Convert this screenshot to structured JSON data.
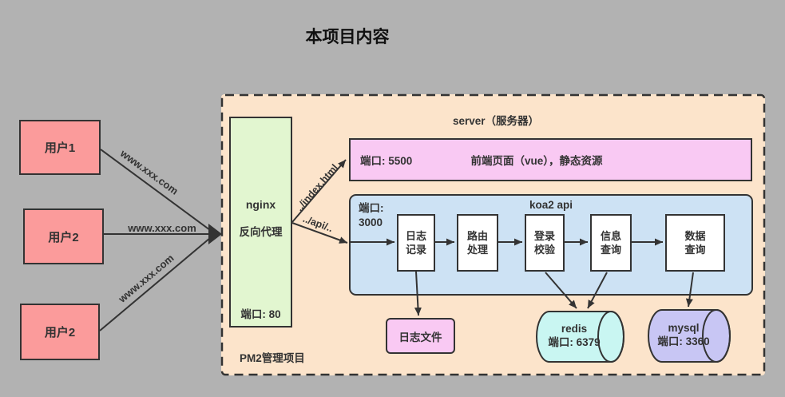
{
  "title": "本项目内容",
  "users": [
    {
      "label": "用户1"
    },
    {
      "label": "用户2"
    },
    {
      "label": "用户2"
    }
  ],
  "links": {
    "user1": "www.xxx.com",
    "user2": "www.xxx.com",
    "user3": "www.xxx.com",
    "index_route": "../index.html",
    "api_route": "../api/.."
  },
  "server": {
    "title": "server（服务器）",
    "pm2": "PM2管理项目",
    "nginx": {
      "name": "nginx",
      "role": "反向代理",
      "port": "端口: 80"
    },
    "frontend": {
      "port": "端口: 5500",
      "desc": "前端页面（vue），静态资源"
    },
    "koa": {
      "title": "koa2 api",
      "port_line1": "端口:",
      "port_line2": "3000",
      "steps": [
        {
          "line1": "日志",
          "line2": "记录"
        },
        {
          "line1": "路由",
          "line2": "处理"
        },
        {
          "line1": "登录",
          "line2": "校验"
        },
        {
          "line1": "信息",
          "line2": "查询"
        },
        {
          "line1": "数据",
          "line2": "查询"
        }
      ]
    },
    "log_file": "日志文件",
    "redis": {
      "name": "redis",
      "port": "端口: 6379"
    },
    "mysql": {
      "name": "mysql",
      "port": "端口: 3360"
    }
  },
  "colors": {
    "background": "#b2b2b2",
    "container_fill": "#fce4cb",
    "nginx_fill": "#e2f6d0",
    "frontend_fill": "#f9c9f3",
    "koa_fill": "#cde2f4",
    "step_fill": "#ffffff",
    "log_file_fill": "#f9c9f3",
    "redis_fill": "#c9f6f2",
    "mysql_fill": "#c8c6f4",
    "user_fill": "#fb9b9b",
    "line": "#333333"
  }
}
